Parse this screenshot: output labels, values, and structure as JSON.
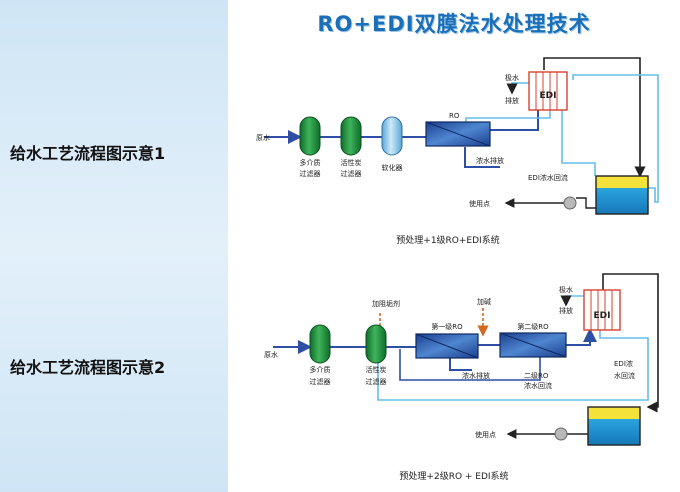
{
  "title": "RO+EDI双膜法水处理技术",
  "sidebar": {
    "diagram1_label": "给水工艺流程图示意1",
    "diagram2_label": "给水工艺流程图示意2"
  },
  "diagram1": {
    "raw_water": "原水",
    "filter1_line1": "多介质",
    "filter1_line2": "过滤器",
    "filter2_line1": "活性炭",
    "filter2_line2": "过滤器",
    "softener": "软化器",
    "ro": "RO",
    "concentrate_discharge": "浓水排放",
    "edi": "EDI",
    "polar_water_line1": "极水",
    "polar_water_line2": "排放",
    "edi_concentrate_return": "EDI浓水回流",
    "use_point": "使用点",
    "caption": "预处理+1级RO+EDI系统"
  },
  "diagram2": {
    "raw_water": "原水",
    "filter1_line1": "多介质",
    "filter1_line2": "过滤器",
    "filter2_line1": "活性炭",
    "filter2_line2": "过滤器",
    "dosing_scale": "加阻垢剂",
    "dosing_alkali": "加碱",
    "ro1": "第一级RO",
    "ro2": "第二级RO",
    "concentrate_discharge": "浓水排放",
    "ro2_return_line1": "二级RO",
    "ro2_return_line2": "浓水回流",
    "edi": "EDI",
    "polar_water_line1": "极水",
    "polar_water_line2": "排放",
    "edi_return_line1": "EDI浓",
    "edi_return_line2": "水回流",
    "use_point": "使用点",
    "caption": "预处理+2级RO + EDI系统"
  },
  "colors": {
    "filter_green": "#1e8a3a",
    "softener_blue": "#8ec6ea",
    "pipe_blue": "#2f4fa5",
    "light_pipe": "#66bde8",
    "edi_red": "#d8412f",
    "dosing_orange": "#d2691e",
    "sidebar_bg": "#d3e7f6",
    "title_blue": "#1a6fb8"
  }
}
